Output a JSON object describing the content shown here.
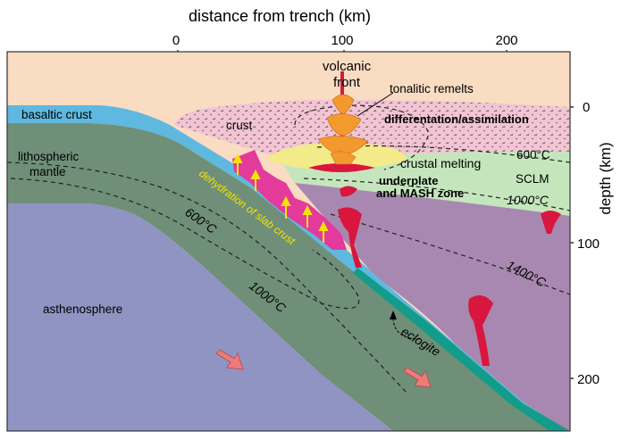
{
  "axes": {
    "top_title": "distance from trench (km)",
    "top_ticks": [
      "0",
      "100",
      "200"
    ],
    "right_title": "depth (km)",
    "right_ticks": [
      "0",
      "100",
      "200"
    ]
  },
  "labels": {
    "volcanic_front": [
      "volcanic",
      "front"
    ],
    "tonalitic_remelts": "tonalitic remelts",
    "basaltic_crust": "basaltic crust",
    "crust": "crust",
    "differentiation": "differentation/assimilation",
    "lithospheric_mantle": [
      "lithospheric",
      "mantle"
    ],
    "crustal_melting": "crustal melting",
    "sclm": "SCLM",
    "underplate": [
      "underplate",
      "and MASH zone"
    ],
    "dehydration": "dehydration of slab crust",
    "asthenosphere": "asthenosphere",
    "eclogite": "eclogite"
  },
  "isotherms": {
    "slab_600": "600°C",
    "slab_1000": "1000°C",
    "wedge_600": "600°C",
    "wedge_1000": "1000°C",
    "wedge_1400": "1400°C"
  },
  "colors": {
    "sky": "#f9dcc2",
    "ocean_crust": "#5fb8df",
    "slab_mantle": "#6f8f78",
    "asthenosphere": "#8f94c2",
    "crust": "#f3c4d4",
    "sclm": "#c5e6bd",
    "wedge": "#a888b0",
    "melt_zone": "#f3ea8a",
    "magma": "#d9163e",
    "tonalite": "#f29a2e",
    "pink_melt": "#e33a9b",
    "teal_crust": "#139c8a"
  }
}
